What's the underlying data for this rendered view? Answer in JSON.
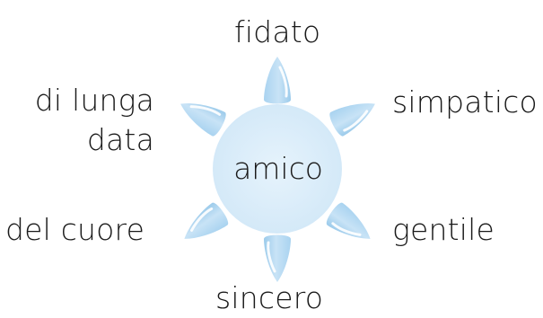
{
  "center": {
    "label": "amico"
  },
  "words": {
    "top": "fidato",
    "upper_right": "simpatico",
    "lower_right": "gentile",
    "bottom": "sincero",
    "lower_left": "del cuore",
    "upper_left_line1": "di lunga",
    "upper_left_line2": "data"
  },
  "colors": {
    "circle": "#dceefa",
    "petal_fill": "#bcdcf3",
    "petal_edge": "#9ccbeb",
    "petal_highlight": "#ffffff",
    "text": "#1a1a1a"
  }
}
